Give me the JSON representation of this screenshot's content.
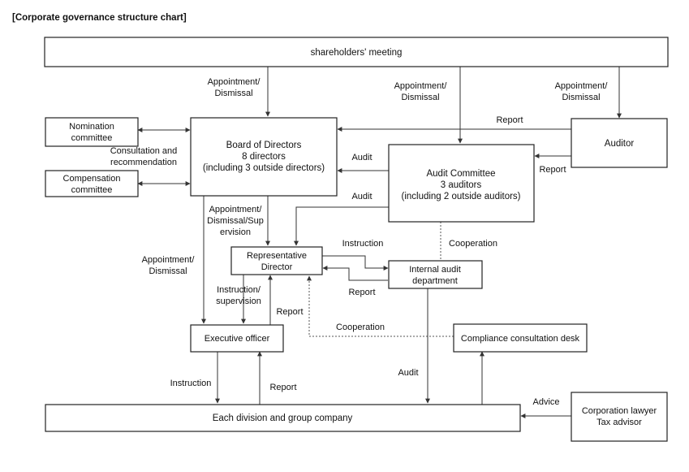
{
  "title": "[Corporate governance structure chart]",
  "nodes": {
    "shareholders": "shareholders' meeting",
    "nomination": [
      "Nomination",
      "committee"
    ],
    "compensation": [
      "Compensation",
      "committee"
    ],
    "board": [
      "Board of Directors",
      "8 directors",
      "(including 3 outside directors)"
    ],
    "auditor": "Auditor",
    "audit_committee": [
      "Audit Committee",
      "3 auditors",
      "(including 2 outside auditors)"
    ],
    "rep_director": [
      "Representative",
      "Director"
    ],
    "internal_audit": [
      "Internal audit",
      "department"
    ],
    "exec_officer": "Executive officer",
    "compliance": "Compliance consultation desk",
    "division": "Each division and group company",
    "lawyer": [
      "Corporation lawyer",
      "Tax advisor"
    ]
  },
  "labels": {
    "appt_dismissal_1": [
      "Appointment/",
      "Dismissal"
    ],
    "appt_dismissal_2": [
      "Appointment/",
      "Dismissal"
    ],
    "appt_dismissal_3": [
      "Appointment/",
      "Dismissal"
    ],
    "report_auditor_board": "Report",
    "consultation": [
      "Consultation and",
      "recommendation"
    ],
    "audit_ac_board": "Audit",
    "report_ac_auditor": "Report",
    "audit_ac_rep": "Audit",
    "appt_dismissal_sup": [
      "Appointment/",
      "Dismissal/Sup",
      "ervision"
    ],
    "cooperation_ac_ia": "Cooperation",
    "instruction_rep_ia": "Instruction",
    "appt_dismissal_exec": [
      "Appointment/",
      "Dismissal"
    ],
    "report_ia_rep": "Report",
    "instruction_supervision": [
      "Instruction/",
      "supervision"
    ],
    "report_exec_rep": "Report",
    "cooperation_compliance": "Cooperation",
    "audit_ia_div": "Audit",
    "instruction_exec_div": "Instruction",
    "report_div_exec": "Report",
    "advice": "Advice"
  }
}
